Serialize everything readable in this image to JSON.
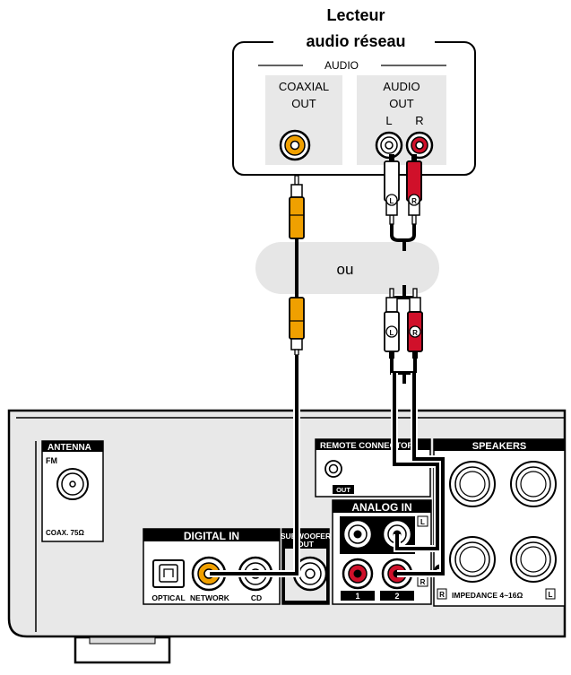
{
  "player": {
    "title_line1": "Lecteur",
    "title_line2": "audio réseau",
    "audio_group_label": "AUDIO",
    "coaxial_line1": "COAXIAL",
    "coaxial_line2": "OUT",
    "audio_line1": "AUDIO",
    "audio_line2": "OUT",
    "left_label": "L",
    "right_label": "R"
  },
  "plug_badges": {
    "left": "L",
    "right": "R"
  },
  "or_label": "ou",
  "receiver": {
    "antenna": {
      "label": "ANTENNA",
      "fm_label": "FM",
      "coax_label": "COAX. 75Ω"
    },
    "remote": {
      "label": "REMOTE CONNECTOR",
      "out_label": "OUT"
    },
    "speakers": {
      "label": "SPEAKERS",
      "impedance_label": "IMPEDANCE 4~16Ω",
      "left_badge": "L",
      "right_badge": "R"
    },
    "digital_in": {
      "label": "DIGITAL IN",
      "optical_label": "OPTICAL",
      "network_label": "NETWORK",
      "cd_label": "CD"
    },
    "subwoofer": {
      "label_line1": "SUBWOOFER",
      "label_line2": "OUT"
    },
    "analog_in": {
      "label": "ANALOG IN",
      "input1_label": "1",
      "input2_label": "2",
      "left_badge": "L",
      "right_badge": "R"
    }
  },
  "colors": {
    "coax_orange": "#f0a000",
    "rca_red": "#d0102a",
    "or_bubble": "#e6e6e6",
    "panel_gray": "#e8e8e8"
  }
}
